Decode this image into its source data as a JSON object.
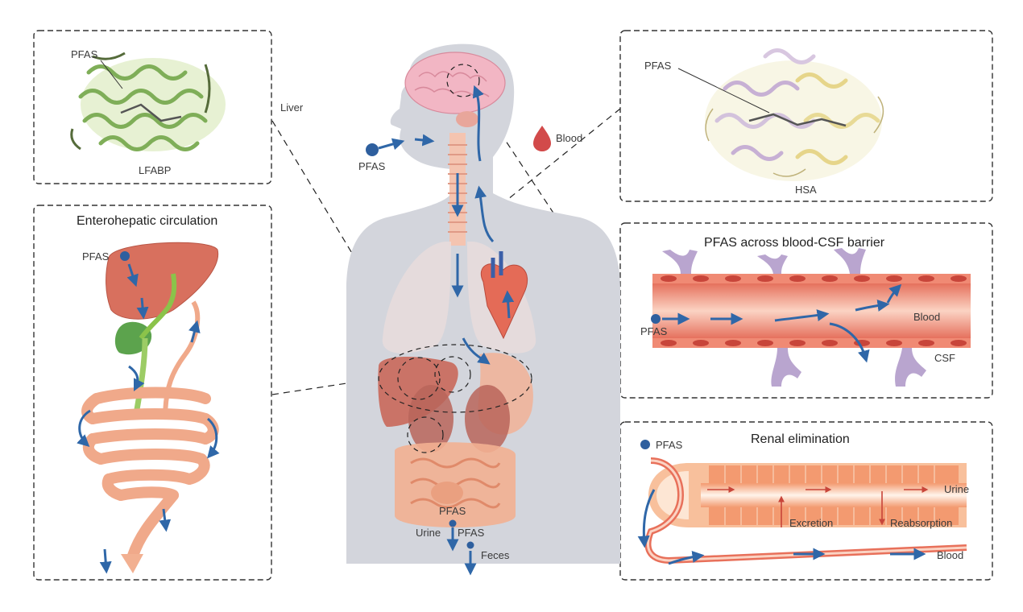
{
  "center": {
    "pfas_inhaled": "PFAS",
    "liver_label": "Liver",
    "blood_label": "Blood",
    "pfas_urine": "PFAS",
    "urine_label": "Urine",
    "pfas_feces": "PFAS",
    "feces_label": "Feces"
  },
  "lfabp_panel": {
    "pfas": "PFAS",
    "protein": "LFABP"
  },
  "enterohepatic_panel": {
    "title": "Enterohepatic circulation",
    "pfas": "PFAS"
  },
  "hsa_panel": {
    "pfas": "PFAS",
    "protein": "HSA"
  },
  "csf_panel": {
    "title": "PFAS across blood-CSF barrier",
    "pfas": "PFAS",
    "blood": "Blood",
    "csf": "CSF"
  },
  "renal_panel": {
    "title": "Renal elimination",
    "pfas": "PFAS",
    "urine": "Urine",
    "excretion": "Excretion",
    "reabsorption": "Reabsorption",
    "blood": "Blood"
  },
  "colors": {
    "arrow": "#2f67a8",
    "pfas_dot": "#2e5f9e",
    "silhouette": "#d3d5dc",
    "liver": "#d8705e",
    "gallbladder": "#5ca34d",
    "intestine": "#f0a98a",
    "brain": "#f2b6c4",
    "vessel": "#e8705a",
    "csf_glia": "#b9a5cf",
    "tubule": "#f6b48a",
    "drop": "#d24a4a"
  }
}
